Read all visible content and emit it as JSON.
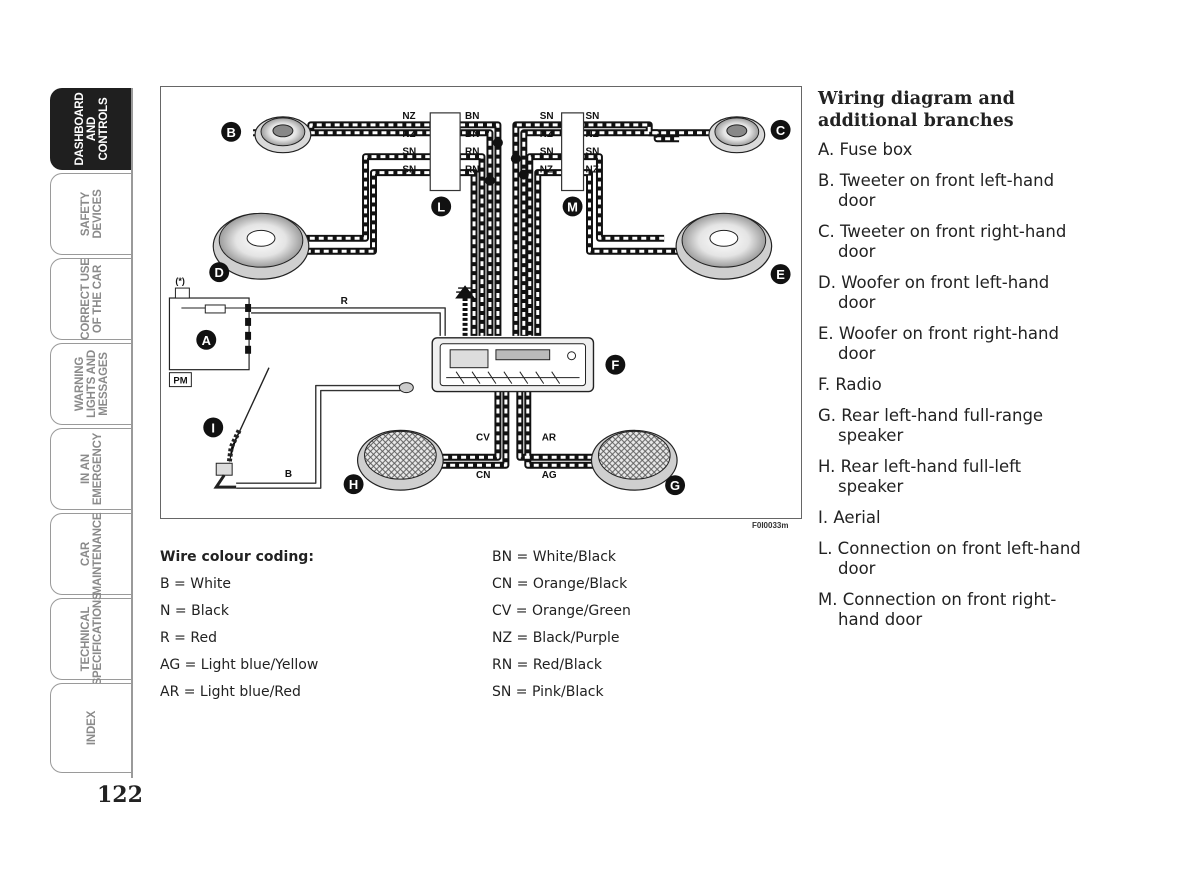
{
  "side_tabs": [
    {
      "label": "DASHBOARD\nAND\nCONTROLS",
      "active": true
    },
    {
      "label": "SAFETY\nDEVICES",
      "active": false
    },
    {
      "label": "CORRECT USE\nOF THE CAR",
      "active": false
    },
    {
      "label": "WARNING\nLIGHTS AND\nMESSAGES",
      "active": false
    },
    {
      "label": "IN AN\nEMERGENCY",
      "active": false
    },
    {
      "label": "CAR\nMAINTENANCE",
      "active": false
    },
    {
      "label": "TECHNICAL\nSPECIFICATIONS",
      "active": false
    },
    {
      "label": "INDEX",
      "active": false
    }
  ],
  "page_number": "122",
  "figure": {
    "code": "F0I0033m",
    "markers": {
      "A": "A",
      "B": "B",
      "C": "C",
      "D": "D",
      "E": "E",
      "F": "F",
      "G": "G",
      "H": "H",
      "I": "I",
      "L": "L",
      "M": "M"
    },
    "left_connector_labels": [
      [
        "NZ",
        "BN"
      ],
      [
        "NZ",
        "BN"
      ],
      [
        "SN",
        "RN"
      ],
      [
        "SN",
        "RN"
      ]
    ],
    "right_connector_labels": [
      [
        "SN",
        "SN"
      ],
      [
        "NZ",
        "NZ"
      ],
      [
        "SN",
        "SN"
      ],
      [
        "NZ",
        "NZ"
      ]
    ],
    "wire_labels": {
      "r": "R",
      "b": "B",
      "cv": "CV",
      "cn": "CN",
      "ar": "AR",
      "ag": "AG"
    },
    "fuse_box_label": "PM",
    "fuse_note": "(*)"
  },
  "wire_coding": {
    "title": "Wire colour coding:",
    "left": [
      "B = White",
      "N = Black",
      "R = Red",
      "AG = Light blue/Yellow",
      "AR = Light blue/Red"
    ],
    "right": [
      "BN = White/Black",
      "CN = Orange/Black",
      "CV = Orange/Green",
      "NZ = Black/Purple",
      "RN = Red/Black",
      "SN = Pink/Black"
    ]
  },
  "description": {
    "title": "Wiring diagram and additional branches",
    "items": [
      "A. Fuse box",
      "B. Tweeter on front left-hand door",
      "C. Tweeter on front right-hand door",
      "D. Woofer on front left-hand door",
      "E. Woofer on front right-hand door",
      "F. Radio",
      "G. Rear left-hand full-range speaker",
      "H. Rear left-hand full-left speaker",
      "I. Aerial",
      "L. Connection on front left-hand door",
      "M. Connection on front right-hand door"
    ]
  }
}
